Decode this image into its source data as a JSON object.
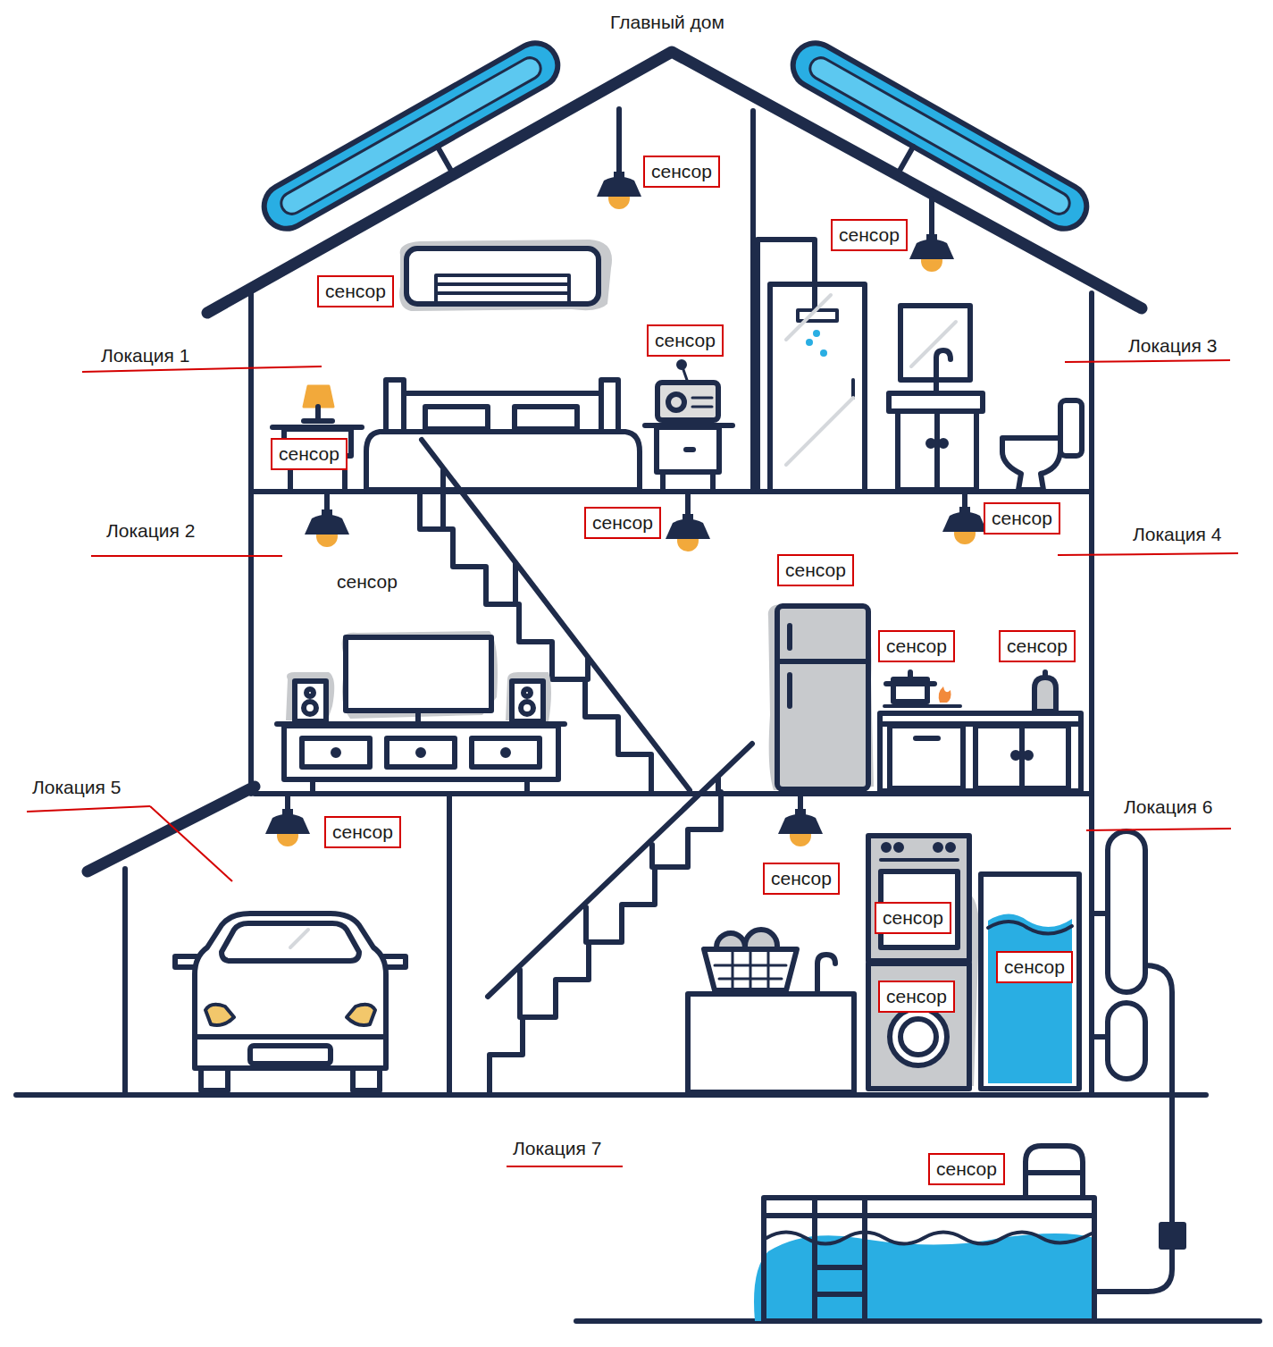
{
  "diagram": {
    "title": "Главный дом",
    "nodes": [
      {
        "text": [
          "сенсор"
        ]
      },
      {
        "text": [
          "сенсор"
        ]
      },
      {
        "text": [
          "сенсор"
        ]
      },
      {
        "text": [
          "сенсор"
        ]
      },
      {
        "text": [
          "сенсор"
        ]
      },
      {
        "text": [
          "сенсор"
        ]
      },
      {
        "text": [
          "сенсор"
        ]
      },
      {
        "text": [
          "сенсор"
        ]
      },
      {
        "text": [
          "сенсор"
        ]
      },
      {
        "text": [
          "сенсор"
        ]
      },
      {
        "text": [
          "сенсор"
        ]
      },
      {
        "text": [
          "сенсор"
        ]
      },
      {
        "text": [
          "сенсор"
        ]
      },
      {
        "text": [
          "сенсор"
        ]
      },
      {
        "text": [
          "сенсор"
        ]
      },
      {
        "text": [
          "сенсор"
        ]
      }
    ],
    "labels": [
      "Локация 3",
      "Локация 1",
      "Локация 2",
      "Локация 4",
      "сенсор",
      "Локация 5",
      "Локация 6",
      "Локация 7"
    ]
  }
}
